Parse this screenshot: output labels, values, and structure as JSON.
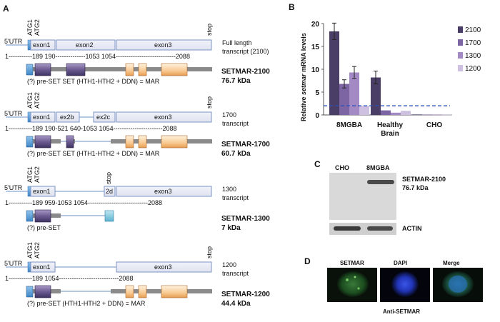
{
  "panels": {
    "A": "A",
    "B": "B",
    "C": "C",
    "D": "D"
  },
  "transcripts": [
    {
      "utr": "5'UTR",
      "atg1": "ATG1",
      "atg2": "ATG2",
      "stop": "stop",
      "exons": [
        "exon1",
        "exon2",
        "exon3"
      ],
      "coords": "1-----------189  190--------------1053  1054----------------------------2088",
      "desc": "Full length transcript (2100)",
      "desc1": "Full length",
      "desc2": "transcript (2100)",
      "protein_labels": "(?) pre-SET    SET                               (HTH1-HTH2 +  DDN) = MAR",
      "name": "SETMAR-2100",
      "size": "76.7 kDa"
    },
    {
      "utr": "5'UTR",
      "atg1": "ATG1",
      "atg2": "ATG2",
      "stop": "stop",
      "exons": [
        "exon1",
        "ex2b",
        "ex2c",
        "exon3"
      ],
      "coords": "1-----------189 190-521    640-1053  1054-----------------------2088",
      "desc1": "1700",
      "desc2": "transcript",
      "protein_labels": "(?) pre-SET  SET                        (HTH1-HTH2 +  DDN) = MAR",
      "name": "SETMAR-1700",
      "size": "60.7 kDa"
    },
    {
      "utr": "5'UTR",
      "atg1": "ATG1",
      "atg2": "ATG2",
      "stop": "stop",
      "exons": [
        "exon1",
        "2d",
        "exon3"
      ],
      "coords": "1-----------189                   959-1053  1054----------------------------2088",
      "desc1": "1300",
      "desc2": "transcript",
      "protein_labels": "(?) pre-SET",
      "name": "SETMAR-1300",
      "size": "7 kDa"
    },
    {
      "utr": "5'UTR",
      "atg1": "ATG1",
      "atg2": "ATG2",
      "stop": "stop",
      "exons": [
        "exon1",
        "exon3"
      ],
      "coords": "1-----------189                                   1054----------------------------2088",
      "desc1": "1200",
      "desc2": "transcript",
      "protein_labels": "(?) pre-SET                                (HTH1-HTH2 +  DDN) = MAR",
      "name": "SETMAR-1200",
      "size": "44.4 kDa"
    }
  ],
  "chart_data": {
    "type": "bar",
    "ylabel_pre": "Relative ",
    "ylabel_italic": "setmar",
    "ylabel_post": " mRNA levels",
    "categories": [
      "8MGBA",
      "Healthy Brain",
      "CHO"
    ],
    "category_lines": [
      [
        "8MGBA"
      ],
      [
        "Healthy",
        "Brain"
      ],
      [
        "CHO"
      ]
    ],
    "series": [
      {
        "name": "2100",
        "values": [
          18.3,
          8.2,
          0.1
        ],
        "errors": [
          1.8,
          1.4,
          0
        ]
      },
      {
        "name": "1700",
        "values": [
          6.8,
          1.0,
          0.05
        ],
        "errors": [
          0.9,
          0,
          0
        ]
      },
      {
        "name": "1300",
        "values": [
          9.3,
          0.5,
          0.05
        ],
        "errors": [
          1.3,
          0,
          0
        ]
      },
      {
        "name": "1200",
        "values": [
          2.0,
          0.9,
          0.05
        ],
        "errors": [
          0,
          0,
          0
        ]
      }
    ],
    "colors": [
      "#4a3e66",
      "#7d65a3",
      "#a48ac5",
      "#cdc0e0"
    ],
    "yticks": [
      "0",
      "5",
      "10",
      "15",
      "20"
    ],
    "ylim": [
      0,
      20
    ],
    "threshold": 2,
    "threshold_color": "#2d4fb5",
    "legend_position": "right"
  },
  "blot": {
    "lanes": [
      "CHO",
      "8MGBA"
    ],
    "band_label1": "SETMAR-2100",
    "band_label2": "76.7 kDa",
    "actin": "ACTIN"
  },
  "micro": {
    "labels": [
      "SETMAR",
      "DAPI",
      "Merge"
    ],
    "caption": "Anti-SETMAR"
  }
}
